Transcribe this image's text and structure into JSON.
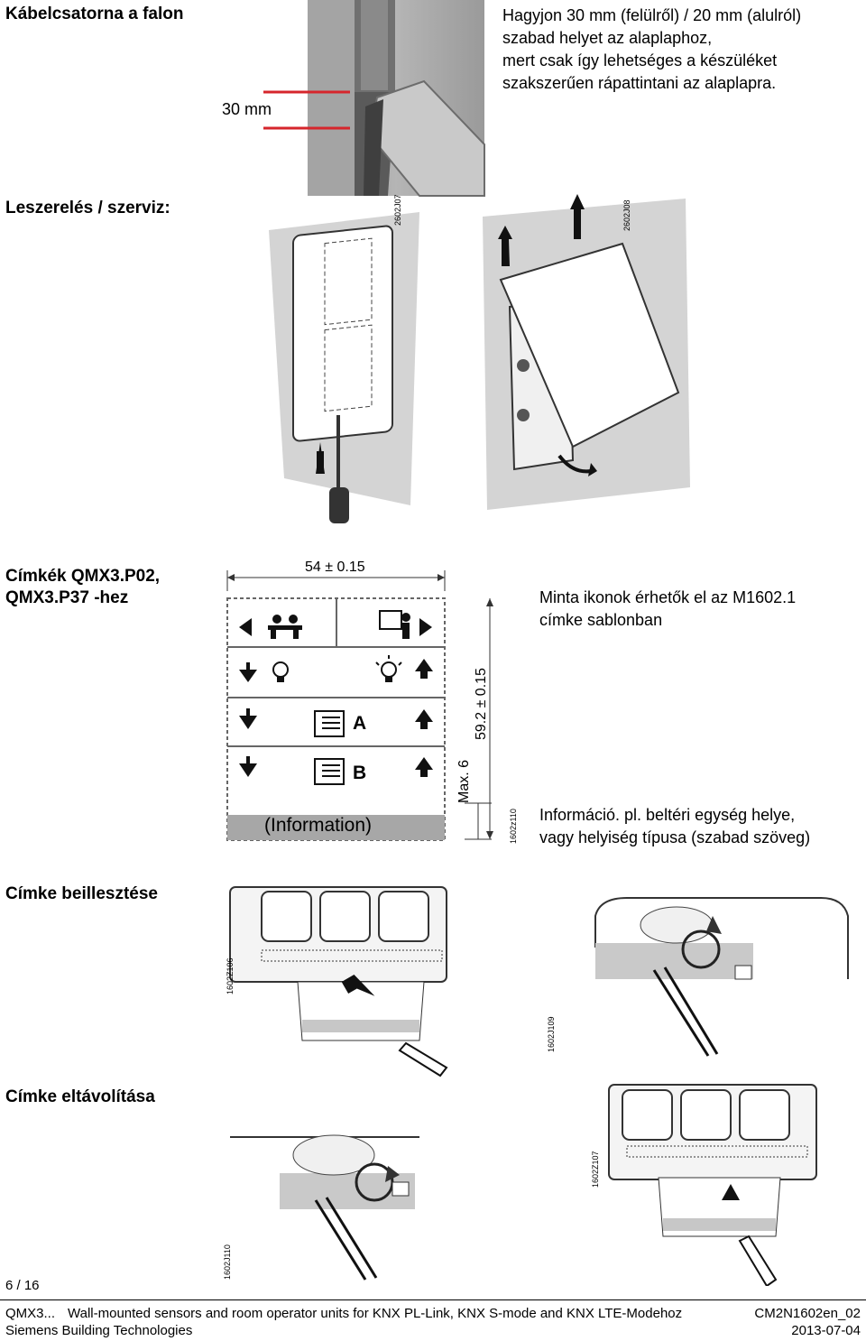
{
  "sections": {
    "cable_duct": {
      "heading": "Kábelcsatorna a falon",
      "note_lines": [
        "Hagyjon 30 mm (felülről) / 20 mm (alulról)",
        "szabad helyet az alaplaphoz,",
        "mert csak így lehetséges a készüléket",
        "szakszerűen rápattintani az alaplapra."
      ],
      "dimension_label": "30 mm"
    },
    "removal": {
      "heading": "Leszerelés / szerviz:",
      "fig_ids": [
        "2602J07",
        "2602J08"
      ]
    },
    "labels": {
      "heading_lines": [
        "Címkék QMX3.P02,",
        "QMX3.P37 -hez"
      ],
      "width_dim": "54  ± 0.15",
      "height_dim": "59.2  ± 0.15",
      "max_dim": "Max. 6",
      "label_a": "A",
      "label_b": "B",
      "info_text": "(Information)",
      "fig_id": "1602z110",
      "note1_lines": [
        "Minta ikonok érhetők el az M1602.1",
        "címke sablonban"
      ],
      "note2_lines": [
        "Információ. pl. beltéri egység helye,",
        "vagy helyiség típusa (szabad szöveg)"
      ]
    },
    "insert": {
      "heading": "Címke beillesztése",
      "fig_ids": [
        "1602Z106",
        "1602J109"
      ]
    },
    "remove": {
      "heading": "Címke eltávolítása",
      "fig_ids": [
        "1602Z107",
        "1602J110"
      ]
    }
  },
  "page_number": "6 / 16",
  "footer": {
    "left_top": "QMX3...",
    "center": "Wall-mounted sensors and room operator units for KNX PL-Link, KNX S-mode and KNX LTE-Modehoz",
    "right_top": "CM2N1602en_02",
    "left_bottom": "Siemens Building Technologies",
    "right_bottom": "2013-07-04"
  }
}
